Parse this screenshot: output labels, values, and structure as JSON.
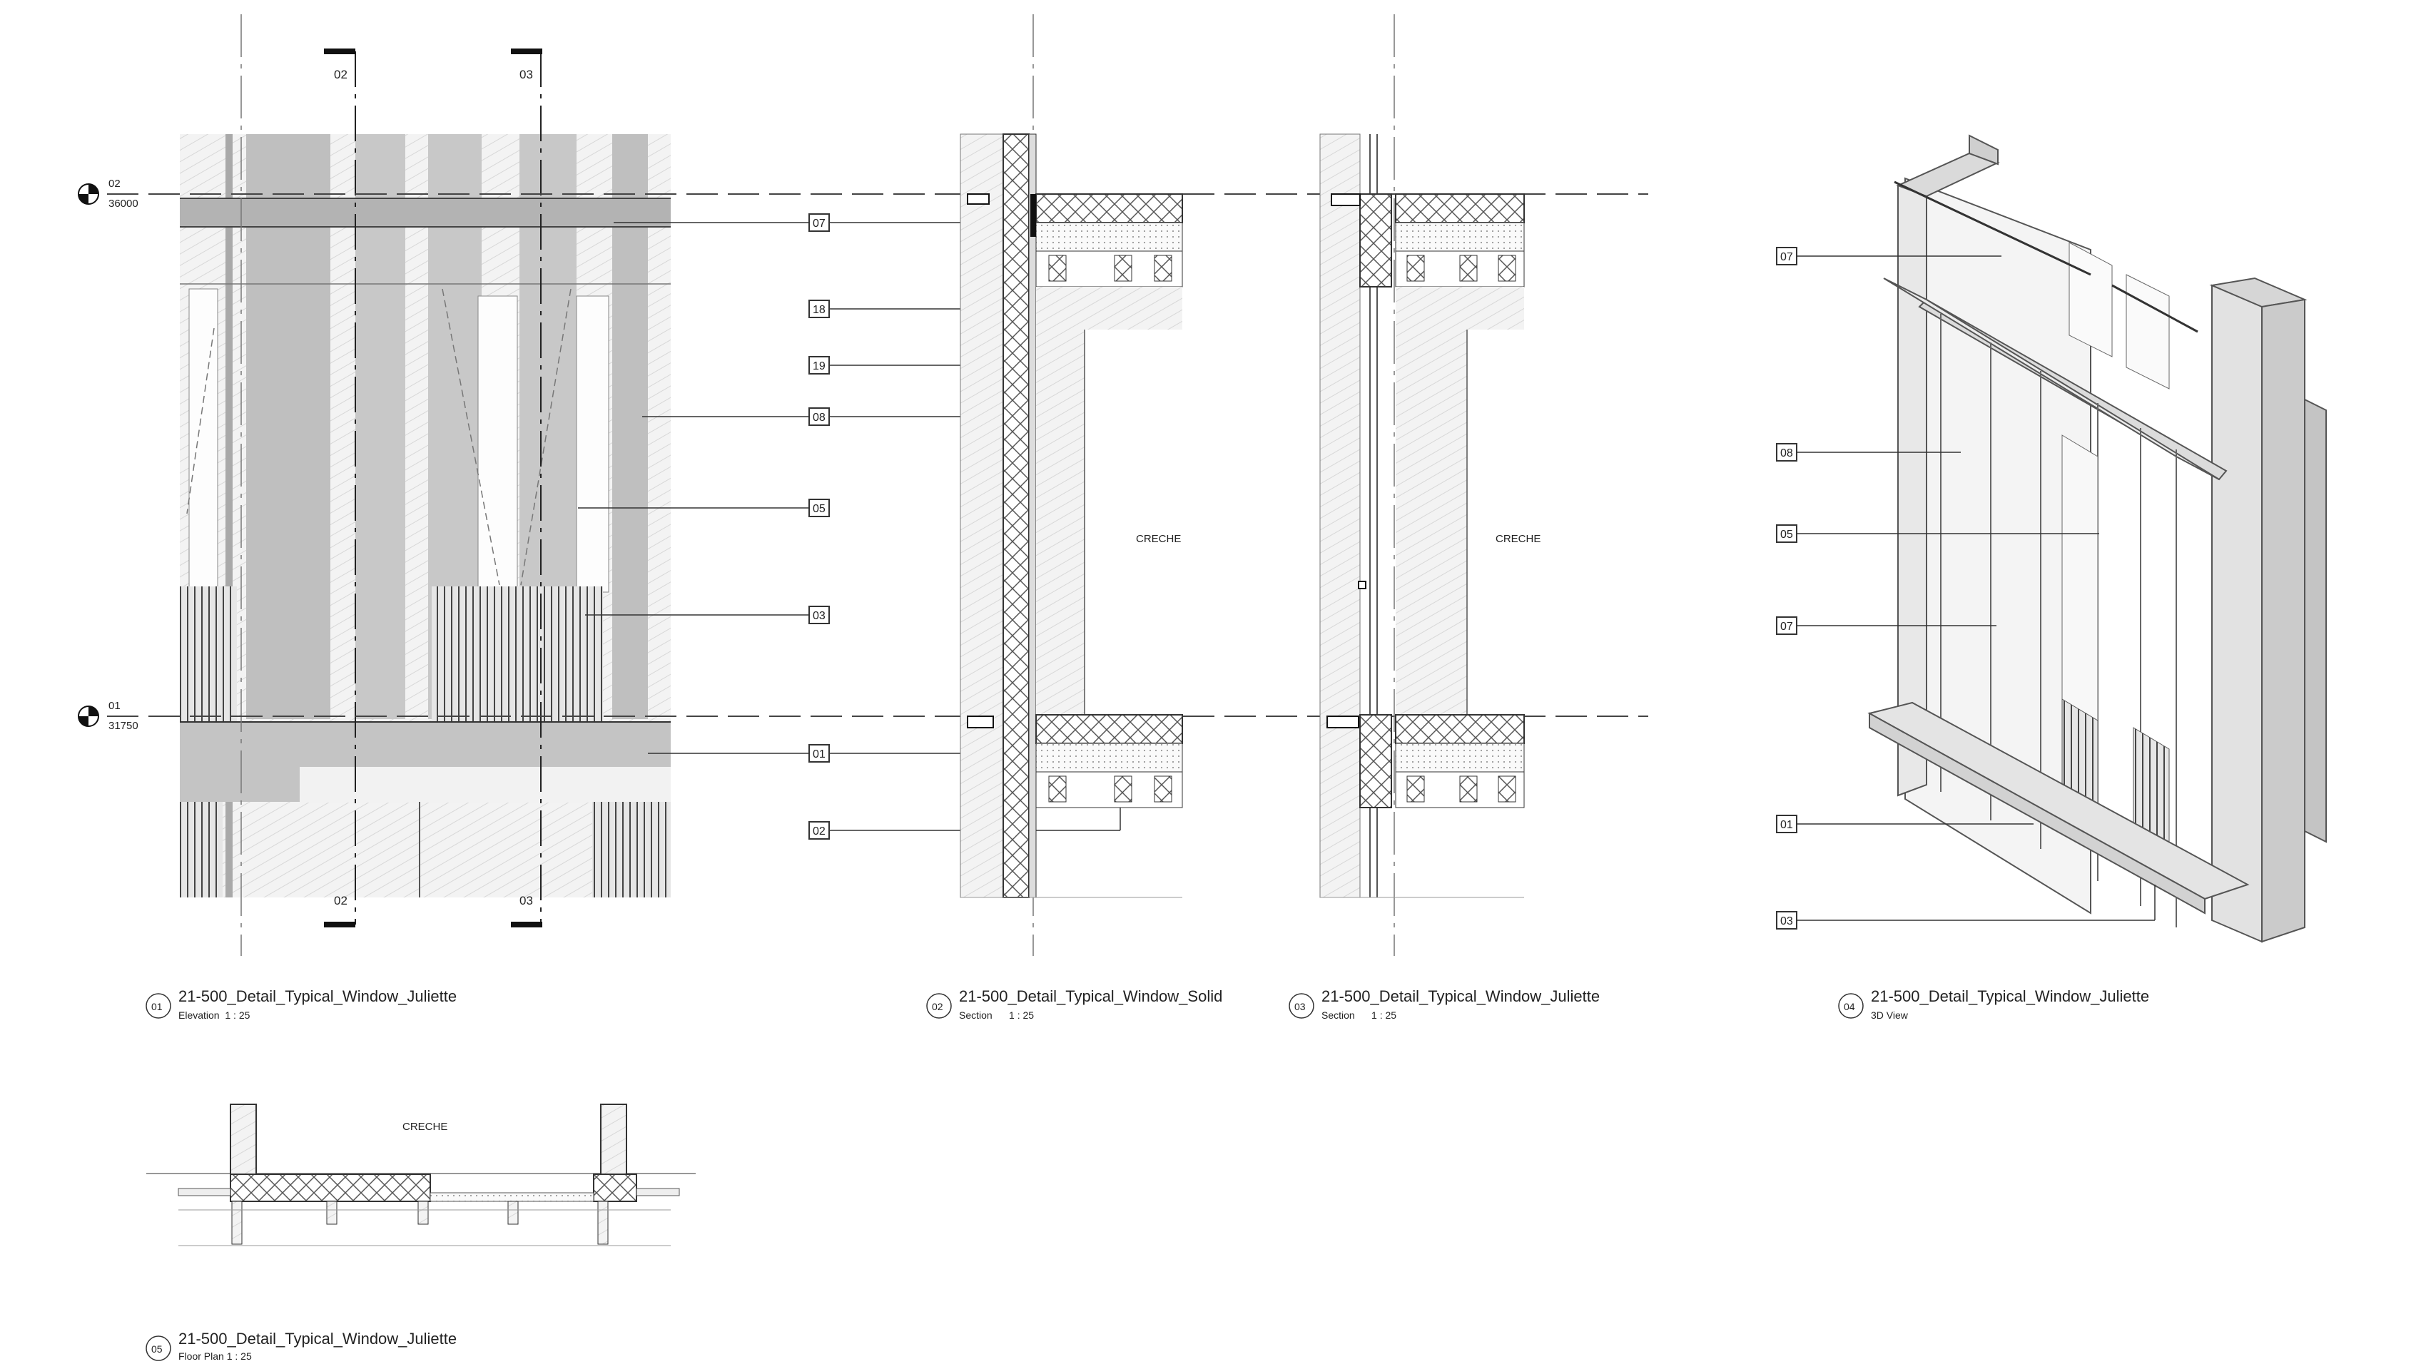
{
  "levels": [
    {
      "id": "02",
      "value": "36000"
    },
    {
      "id": "01",
      "value": "31750"
    }
  ],
  "section_marks": [
    "02",
    "03"
  ],
  "elevation_tags": [
    "07",
    "18",
    "19",
    "08",
    "05",
    "03",
    "01",
    "02"
  ],
  "iso_tags": [
    "07",
    "08",
    "05",
    "07",
    "01",
    "03"
  ],
  "room_label": "CRECHE",
  "views": [
    {
      "num": "01",
      "title": "21-500_Detail_Typical_Window_Juliette",
      "scale": "Elevation  1 : 25"
    },
    {
      "num": "02",
      "title": "21-500_Detail_Typical_Window_Solid",
      "scale": "Section      1 : 25"
    },
    {
      "num": "03",
      "title": "21-500_Detail_Typical_Window_Juliette",
      "scale": "Section      1 : 25"
    },
    {
      "num": "04",
      "title": "21-500_Detail_Typical_Window_Juliette",
      "scale": "3D View"
    },
    {
      "num": "05",
      "title": "21-500_Detail_Typical_Window_Juliette",
      "scale": "Floor Plan 1 : 25"
    }
  ]
}
